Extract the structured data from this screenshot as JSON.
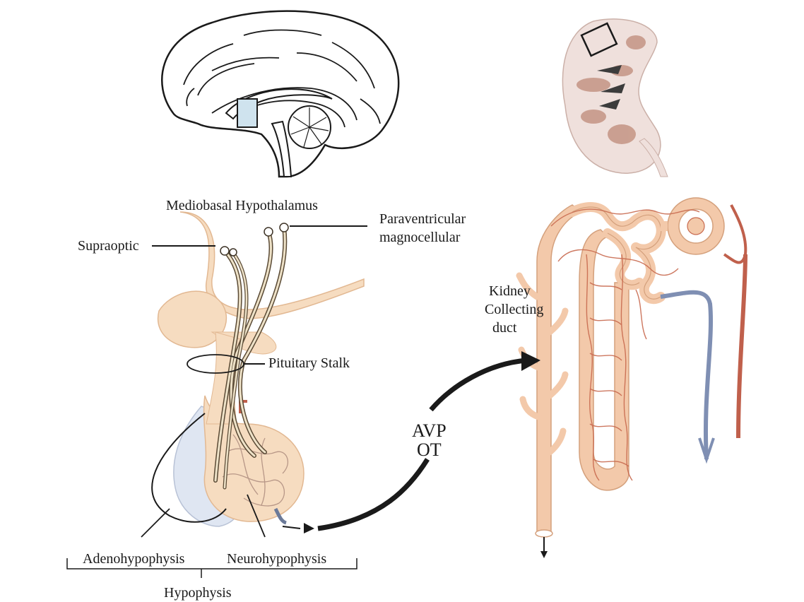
{
  "labels": {
    "mediobasal_hypothalamus": "Mediobasal Hypothalamus",
    "paraventricular_line1": "Paraventricular",
    "paraventricular_line2": "magnocellular",
    "supraoptic": "Supraoptic",
    "pituitary_stalk": "Pituitary Stalk",
    "kidney_line1": "Kidney",
    "kidney_line2": "Collecting",
    "kidney_line3": "duct",
    "hormone_1": "AVP",
    "hormone_2": "OT",
    "adenohypophysis": "Adenohypophysis",
    "neurohypophysis": "Neurohypophysis",
    "hypophysis": "Hypophysis"
  },
  "colors": {
    "tissue": "#f6dcc0",
    "tissue_dark": "#e9c29c",
    "tubule": "#f3c9aa",
    "capillary": "#c86a4f",
    "artery": "#c0604c",
    "vein": "#7f8fb3",
    "ink": "#1a1a1a",
    "kidney": "#e8cfc8"
  },
  "icons": [
    "brain-sagittal-illustration",
    "kidney-section-illustration",
    "nephron-illustration"
  ]
}
